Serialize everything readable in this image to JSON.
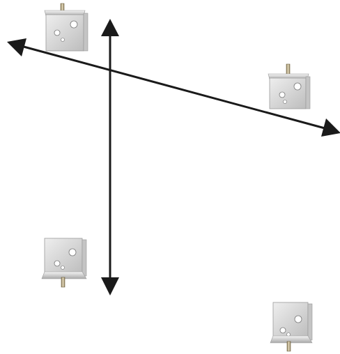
{
  "diagram": {
    "background_color": "#ffffff",
    "arrow_color": "#1a1a1a",
    "plate_color": "#d8d8d8",
    "plate_edge_color": "#9a9a9a",
    "hole_color": "#ffffff",
    "brackets": [
      {
        "name": "top-left",
        "bolt": "up"
      },
      {
        "name": "top-right",
        "bolt": "up"
      },
      {
        "name": "bottom-left",
        "bolt": "down"
      },
      {
        "name": "bottom-right",
        "bolt": "down"
      }
    ],
    "arrows": [
      {
        "name": "vertical",
        "heads": "both"
      },
      {
        "name": "horizontal",
        "heads": "both"
      }
    ]
  }
}
